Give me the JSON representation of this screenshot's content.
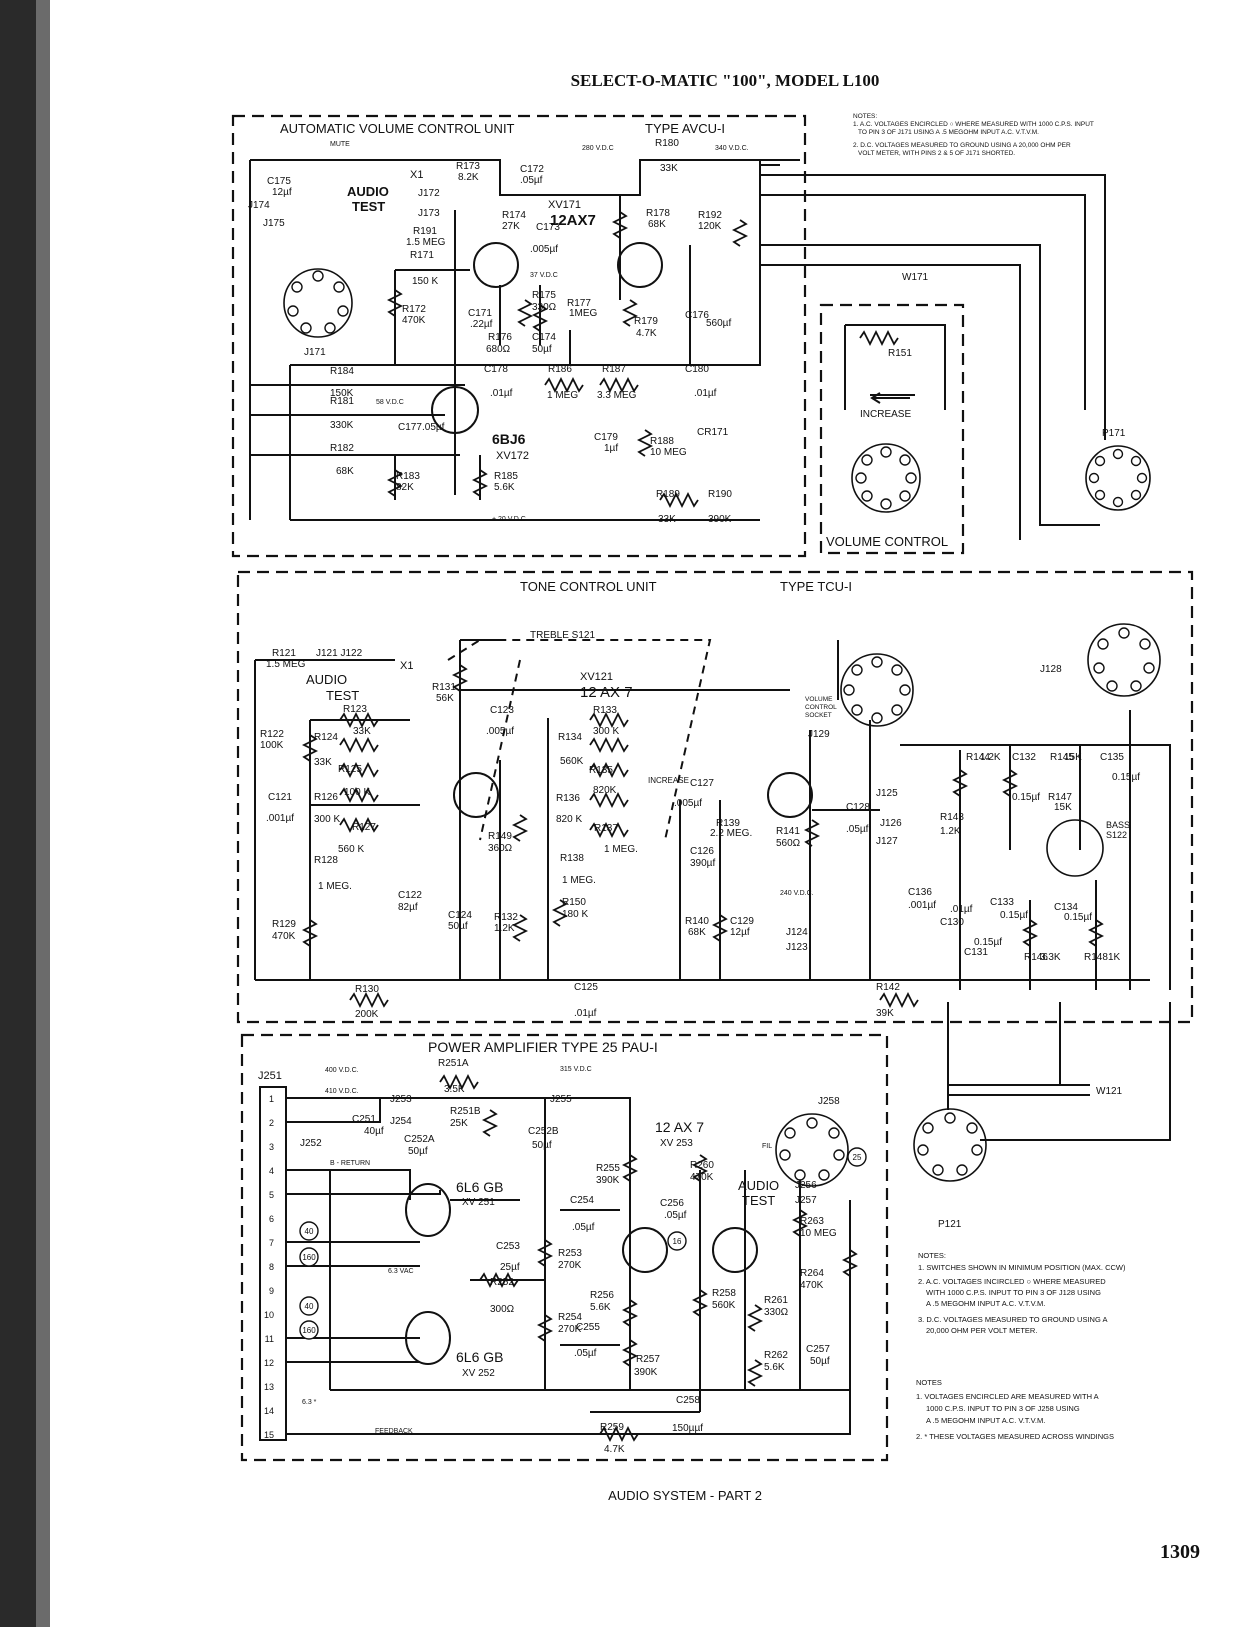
{
  "header": {
    "title": "SELECT-O-MATIC \"100\", MODEL L100"
  },
  "avc_unit": {
    "title": "AUTOMATIC  VOLUME  CONTROL  UNIT",
    "type": "TYPE AVCU-I",
    "mute": "MUTE",
    "audio_test": [
      "AUDIO",
      "TEST"
    ],
    "jacks": [
      "J174",
      "J175",
      "J172",
      "J173",
      "J171",
      "X1"
    ],
    "c175": [
      "C175",
      "12µf"
    ],
    "tube_a": [
      "XV171",
      "12AX7"
    ],
    "tube_b": [
      "6BJ6",
      "XV172"
    ],
    "voltages": [
      "280 V.D.C",
      "340 V.D.C.",
      "58 V.D.C",
      "+ 20 V.D.C",
      "37 V.D.C"
    ],
    "components": [
      {
        "ref": "R173",
        "value": "8.2K"
      },
      {
        "ref": "C172",
        "value": ".05µf"
      },
      {
        "ref": "R180",
        "value": "33K"
      },
      {
        "ref": "R174",
        "value": "27K"
      },
      {
        "ref": "C173",
        "value": ".005µf"
      },
      {
        "ref": "R178",
        "value": "68K"
      },
      {
        "ref": "R192",
        "value": "120K"
      },
      {
        "ref": "R191",
        "value": "1.5 MEG"
      },
      {
        "ref": "R171",
        "value": "150 K"
      },
      {
        "ref": "R172",
        "value": "470K"
      },
      {
        "ref": "C171",
        "value": ".22µf"
      },
      {
        "ref": "R175",
        "value": "330Ω"
      },
      {
        "ref": "R177",
        "value": "1MEG"
      },
      {
        "ref": "R179",
        "value": "4.7K"
      },
      {
        "ref": "C176",
        "value": "560µf"
      },
      {
        "ref": "R176",
        "value": "680Ω"
      },
      {
        "ref": "C174",
        "value": "50µf"
      },
      {
        "ref": "R184",
        "value": "150K"
      },
      {
        "ref": "R181",
        "value": "330K"
      },
      {
        "ref": "C178",
        "value": ".01µf"
      },
      {
        "ref": "R186",
        "value": "1 MEG"
      },
      {
        "ref": "R187",
        "value": "3.3 MEG"
      },
      {
        "ref": "C180",
        "value": ".01µf"
      },
      {
        "ref": "C177",
        "value": ".05µf"
      },
      {
        "ref": "C179",
        "value": "1µf"
      },
      {
        "ref": "R188",
        "value": "10 MEG"
      },
      {
        "ref": "R182",
        "value": "68K"
      },
      {
        "ref": "R183",
        "value": "82K"
      },
      {
        "ref": "R185",
        "value": "5.6K"
      },
      {
        "ref": "R189",
        "value": "33K"
      },
      {
        "ref": "R190",
        "value": "390K"
      }
    ],
    "cr171": "CR171",
    "w171": "W171"
  },
  "notes_top": [
    "NOTES:",
    "1. A.C. VOLTAGES ENCIRCLED ○ WHERE MEASURED WITH 1000 C.P.S. INPUT",
    "TO PIN 3 OF J171 USING A .5 MEGOHM INPUT A.C. V.T.V.M.",
    "2. D.C. VOLTAGES MEASURED TO GROUND USING A 20,000 OHM PER",
    "VOLT METER, WITH PINS 2 & 5 OF J171 SHORTED."
  ],
  "volume_control": {
    "title": "VOLUME CONTROL",
    "r151": "R151",
    "increase": "INCREASE",
    "p171": "P171"
  },
  "tone_unit": {
    "title": "TONE CONTROL UNIT",
    "type": "TYPE   TCU-I",
    "treble": "TREBLE    S121",
    "tube": [
      "XV121",
      "12 AX 7"
    ],
    "audio_test": [
      "AUDIO",
      "TEST"
    ],
    "jacks": [
      "J121 J122",
      "X1",
      "J129",
      "J125",
      "J126",
      "J127",
      "J124",
      "J123",
      "J128"
    ],
    "socket": [
      "VOLUME",
      "CONTROL",
      "SOCKET"
    ],
    "increase": "INCREASE",
    "bass": [
      "BASS",
      "S122"
    ],
    "v240": "240 V.D.C.",
    "components": [
      {
        "ref": "R121",
        "value": "1.5 MEG"
      },
      {
        "ref": "R122",
        "value": "100K"
      },
      {
        "ref": "C121",
        "value": ".001µf"
      },
      {
        "ref": "R123",
        "value": "33K"
      },
      {
        "ref": "R124",
        "value": "33K"
      },
      {
        "ref": "R125",
        "value": "100 K"
      },
      {
        "ref": "R126",
        "value": "300 K"
      },
      {
        "ref": "R127",
        "value": "560 K"
      },
      {
        "ref": "R128",
        "value": "1 MEG."
      },
      {
        "ref": "R129",
        "value": "470K"
      },
      {
        "ref": "R130",
        "value": "200K"
      },
      {
        "ref": "R131",
        "value": "56K"
      },
      {
        "ref": "C123",
        "value": ".005µf"
      },
      {
        "ref": "R133",
        "value": "300 K"
      },
      {
        "ref": "R134",
        "value": "560K"
      },
      {
        "ref": "R135",
        "value": "820K"
      },
      {
        "ref": "R136",
        "value": "820 K"
      },
      {
        "ref": "R137",
        "value": "1 MEG."
      },
      {
        "ref": "R138",
        "value": "1 MEG."
      },
      {
        "ref": "R149",
        "value": "360Ω"
      },
      {
        "ref": "C122",
        "value": "82µf"
      },
      {
        "ref": "C124",
        "value": "50µf"
      },
      {
        "ref": "R132",
        "value": "1.2K"
      },
      {
        "ref": "R150",
        "value": "180 K"
      },
      {
        "ref": "C125",
        "value": ".01µf"
      },
      {
        "ref": "C127",
        "value": ".005µf"
      },
      {
        "ref": "R139",
        "value": "2.2 MEG."
      },
      {
        "ref": "R141",
        "value": "560Ω"
      },
      {
        "ref": "C126",
        "value": "390µf"
      },
      {
        "ref": "R140",
        "value": "68K"
      },
      {
        "ref": "C129",
        "value": "12µf"
      },
      {
        "ref": "C128",
        "value": ".05µf"
      },
      {
        "ref": "R142",
        "value": "39K"
      },
      {
        "ref": "R144",
        "value": "1.2K"
      },
      {
        "ref": "C132",
        "value": "0.15µf"
      },
      {
        "ref": "R145",
        "value": "15K"
      },
      {
        "ref": "R147",
        "value": "15K"
      },
      {
        "ref": "C135",
        "value": "0.15µf"
      },
      {
        "ref": "R143",
        "value": "1.2K"
      },
      {
        "ref": "C136",
        "value": ".001µf"
      },
      {
        "ref": "C130",
        "value": ".01µf"
      },
      {
        "ref": "C131",
        "value": "0.15µf"
      },
      {
        "ref": "C133",
        "value": "0.15µf"
      },
      {
        "ref": "C134",
        "value": "0.15µf"
      },
      {
        "ref": "R146",
        "value": "3.3K"
      },
      {
        "ref": "R148",
        "value": "1K"
      }
    ],
    "w121": "W121",
    "p121": "P121"
  },
  "power_amp": {
    "title": "POWER AMPLIFIER  TYPE 25 PAU-I",
    "j251": "J251",
    "pins": [
      "1",
      "2",
      "3",
      "4",
      "5",
      "6",
      "7",
      "8",
      "9",
      "10",
      "11",
      "12",
      "13",
      "14",
      "15"
    ],
    "return": "B - RETURN",
    "feedback": "FEEDBACK",
    "voltages": [
      "400 V.D.C.",
      "410 V.D.C.",
      "315 V.D.C",
      "6.3 VAC",
      "6.3 *"
    ],
    "jacks": [
      "J253",
      "J254",
      "J252",
      "J255",
      "J256",
      "J257",
      "J258"
    ],
    "tube_top": [
      "6L6 GB",
      "XV 251"
    ],
    "tube_bot": [
      "6L6 GB",
      "XV 252"
    ],
    "tube_mid": [
      "12 AX 7",
      "XV 253"
    ],
    "audio_test": [
      "AUDIO",
      "TEST"
    ],
    "fil": "FIL",
    "encircled": [
      "40",
      "160",
      "40",
      "160",
      "16",
      "25"
    ],
    "components": [
      {
        "ref": "R251A",
        "value": "3.5K"
      },
      {
        "ref": "R251B",
        "value": "25K"
      },
      {
        "ref": "C251",
        "value": "40µf"
      },
      {
        "ref": "C252A",
        "value": "50µf"
      },
      {
        "ref": "C252B",
        "value": "50µf"
      },
      {
        "ref": "R255",
        "value": "390K"
      },
      {
        "ref": "R260",
        "value": "470K"
      },
      {
        "ref": "C254",
        "value": ".05µf"
      },
      {
        "ref": "C256",
        "value": ".05µf"
      },
      {
        "ref": "R263",
        "value": "10 MEG"
      },
      {
        "ref": "C253",
        "value": "25µf"
      },
      {
        "ref": "R253",
        "value": "270K"
      },
      {
        "ref": "R252",
        "value": "300Ω"
      },
      {
        "ref": "R254",
        "value": "270K"
      },
      {
        "ref": "R256",
        "value": "5.6K"
      },
      {
        "ref": "R258",
        "value": "560K"
      },
      {
        "ref": "R261",
        "value": "330Ω"
      },
      {
        "ref": "R264",
        "value": "470K"
      },
      {
        "ref": "C255",
        "value": ".05µf"
      },
      {
        "ref": "R257",
        "value": "390K"
      },
      {
        "ref": "R262",
        "value": "5.6K"
      },
      {
        "ref": "C257",
        "value": "50µf"
      },
      {
        "ref": "C258",
        "value": "150µµf"
      },
      {
        "ref": "R259",
        "value": "4.7K"
      }
    ]
  },
  "notes_mid": [
    "NOTES:",
    "1. SWITCHES SHOWN IN MINIMUM POSITION (MAX. CCW)",
    "2. A.C. VOLTAGES INCIRCLED ○ WHERE MEASURED",
    "WITH 1000 C.P.S. INPUT TO PIN 3 OF J128 USING",
    "A .5 MEGOHM INPUT A.C. V.T.V.M.",
    "3. D.C. VOLTAGES MEASURED TO GROUND USING A",
    "20,000 OHM PER VOLT METER."
  ],
  "notes_bot": [
    "NOTES",
    "1. VOLTAGES ENCIRCLED ARE MEASURED WITH A",
    "1000 C.P.S. INPUT TO PIN 3 OF J258 USING",
    "A .5 MEGOHM INPUT A.C. V.T.V.M.",
    "2. * THESE VOLTAGES MEASURED ACROSS WINDINGS"
  ],
  "footer": {
    "caption": "AUDIO SYSTEM  -  PART 2",
    "page_number": "1309"
  }
}
